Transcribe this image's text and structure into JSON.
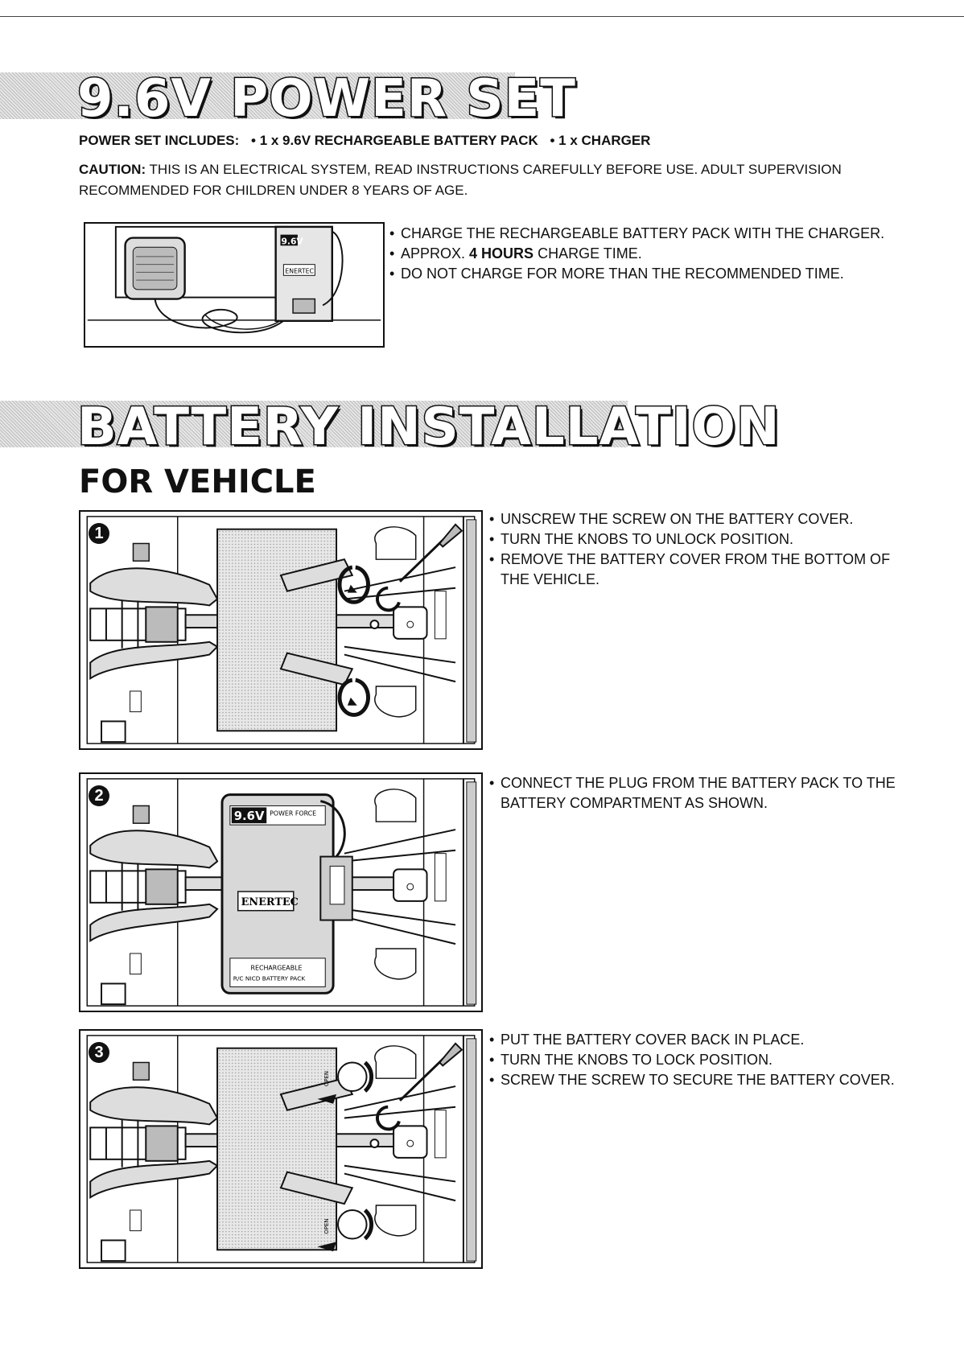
{
  "power_set": {
    "title": "9.6V POWER SET",
    "includes_label": "POWER SET INCLUDES:",
    "includes_items": [
      "• 1 x 9.6V RECHARGEABLE BATTERY PACK",
      "• 1 x CHARGER"
    ],
    "caution_label": "CAUTION:",
    "caution_text": "THIS IS AN ELECTRICAL SYSTEM, READ INSTRUCTIONS CAREFULLY BEFORE USE. ADULT SUPERVISION RECOMMENDED FOR CHILDREN UNDER 8 YEARS OF AGE.",
    "charge_bullets": {
      "b1": "CHARGE THE RECHARGEABLE BATTERY PACK WITH THE CHARGER.",
      "b2_pre": "APPROX.",
      "b2_bold": "4 HOURS",
      "b2_post": "CHARGE TIME.",
      "b3": "DO NOT CHARGE FOR MORE THAN THE RECOMMENDED TIME."
    },
    "figure_labels": {
      "pack_voltage": "9.6V",
      "brand": "ENERTEC"
    }
  },
  "battery_installation": {
    "title": "BATTERY INSTALLATION",
    "subtitle": "FOR VEHICLE",
    "steps": [
      {
        "number": "1",
        "bullets": [
          "UNSCREW THE SCREW ON THE BATTERY COVER.",
          "TURN THE KNOBS TO UNLOCK POSITION.",
          "REMOVE THE BATTERY COVER FROM THE BOTTOM OF THE VEHICLE."
        ]
      },
      {
        "number": "2",
        "bullets": [
          "CONNECT THE PLUG FROM THE BATTERY PACK TO THE BATTERY COMPARTMENT AS SHOWN."
        ],
        "figure_labels": {
          "voltage": "9.6V",
          "force": "POWER FORCE",
          "brand": "ENERTEC",
          "pack_text_1": "RECHARGEABLE",
          "pack_text_2": "R/C NICD BATTERY PACK"
        }
      },
      {
        "number": "3",
        "bullets": [
          "PUT THE BATTERY COVER BACK IN PLACE.",
          "TURN THE KNOBS TO LOCK POSITION.",
          "SCREW THE SCREW TO SECURE THE BATTERY COVER."
        ],
        "figure_labels": {
          "knob_label": "OPEN"
        }
      }
    ]
  }
}
